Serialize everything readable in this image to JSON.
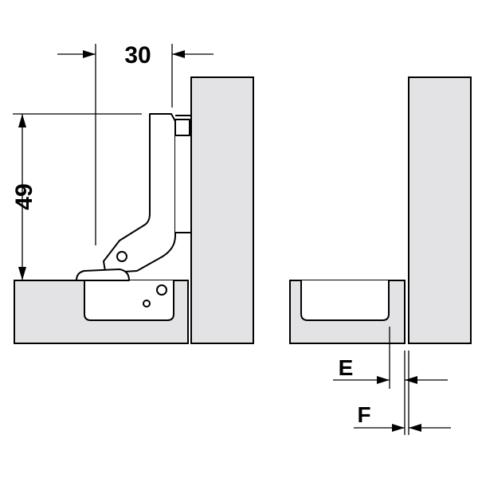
{
  "labels": {
    "dim_width": "30",
    "dim_height": "49",
    "dim_e": "E",
    "dim_f": "F"
  },
  "colors": {
    "panel_fill": "#e3e3e6",
    "line": "#000000",
    "background": "#ffffff"
  }
}
